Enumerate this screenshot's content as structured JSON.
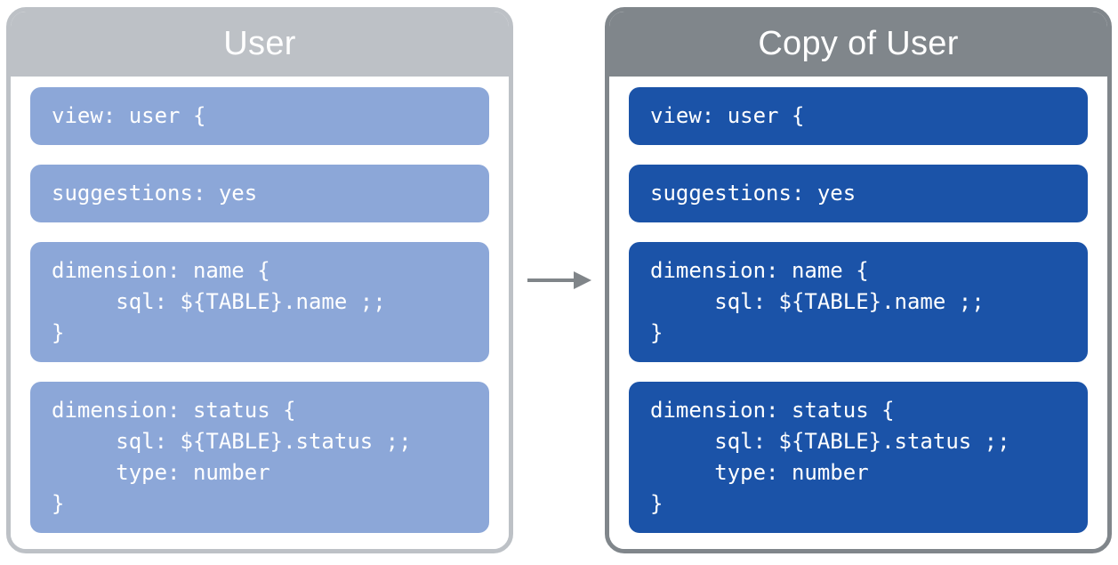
{
  "panels": [
    {
      "id": "user",
      "title": "User",
      "blocks": [
        {
          "lines": [
            "view: user {"
          ]
        },
        {
          "lines": [
            "suggestions: yes"
          ]
        },
        {
          "lines": [
            "dimension: name {",
            "     sql: ${TABLE}.name ;;",
            "}"
          ]
        },
        {
          "lines": [
            "dimension: status {",
            "     sql: ${TABLE}.status ;;",
            "     type: number",
            "}"
          ]
        }
      ]
    },
    {
      "id": "copy-of-user",
      "title": "Copy of User",
      "blocks": [
        {
          "lines": [
            "view: user {"
          ]
        },
        {
          "lines": [
            "suggestions: yes"
          ]
        },
        {
          "lines": [
            "dimension: name {",
            "     sql: ${TABLE}.name ;;",
            "}"
          ]
        },
        {
          "lines": [
            "dimension: status {",
            "     sql: ${TABLE}.status ;;",
            "     type: number",
            "}"
          ]
        }
      ]
    }
  ],
  "arrow": {
    "direction": "right"
  },
  "colors": {
    "left_header_bg": "#bdc1c6",
    "right_header_bg": "#80868b",
    "left_block_bg": "#8ca7d8",
    "right_block_bg": "#1b53a8",
    "arrow": "#808589",
    "text": "#ffffff",
    "panel_bg": "#ffffff"
  }
}
